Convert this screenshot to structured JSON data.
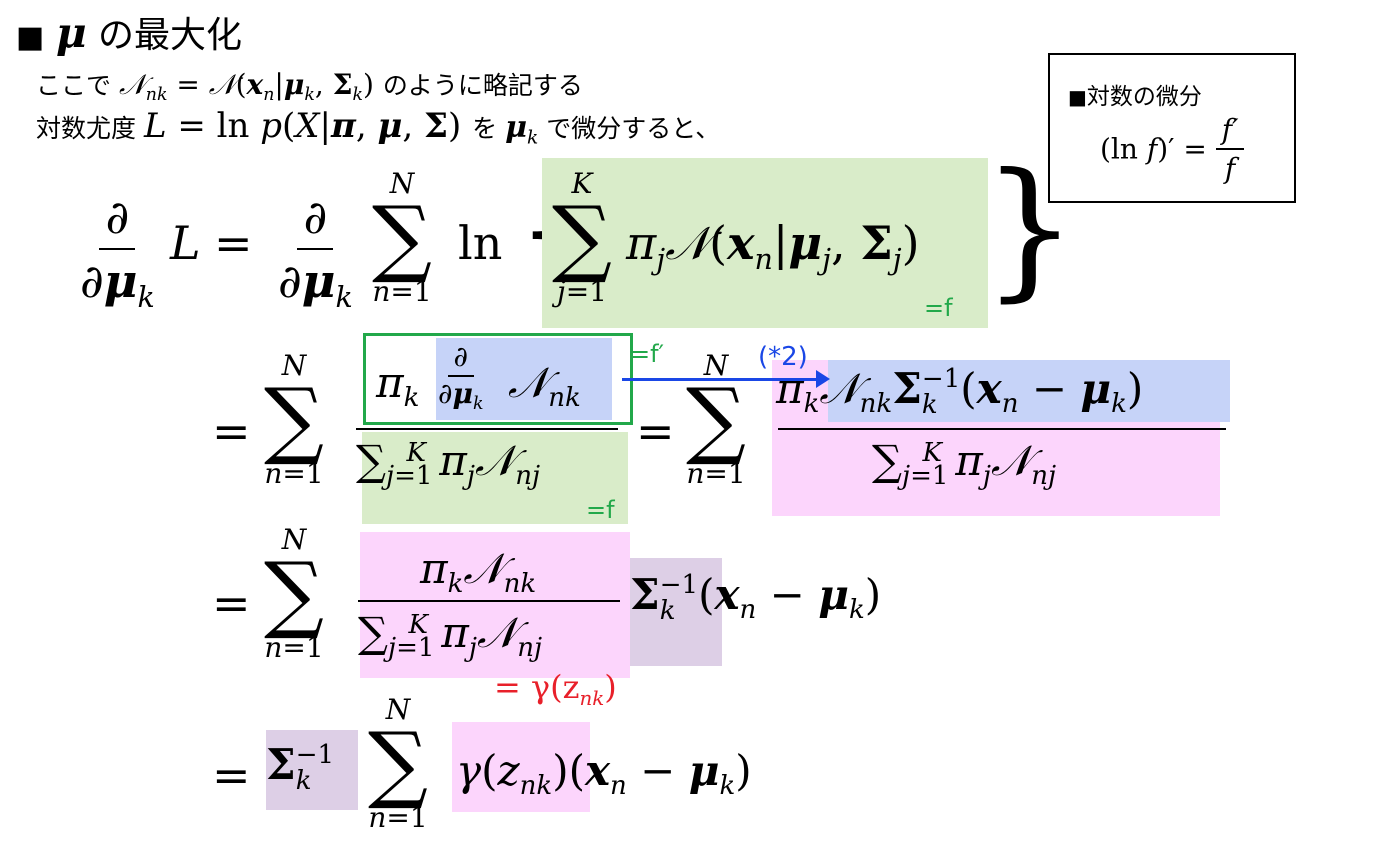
{
  "heading": {
    "bullet": "■",
    "symbol": "μ",
    "text": "の最大化"
  },
  "intro": {
    "line1_prefix": "ここで",
    "line1_suffix": "のように略記する",
    "line2_prefix": "対数尤度",
    "line2_mid1": "を",
    "line2_mid2": "で微分すると、"
  },
  "sidebox": {
    "bullet": "■",
    "title": "対数の微分"
  },
  "annotations": {
    "eq_f": "=f",
    "eq_fprime": "=f′",
    "ref_star2": "(*2)",
    "gamma_label": "= γ(z",
    "gamma_sub": "nk",
    "gamma_close": ")"
  },
  "colors": {
    "green_highlight": "#d9ecc9",
    "blue_highlight": "#c6d3f8",
    "pink_highlight": "#fcd5fc",
    "purple_highlight": "#ddcfe6",
    "green_box": "#22a84a",
    "arrow": "#1a47e6",
    "gamma_red": "#e8202a"
  }
}
